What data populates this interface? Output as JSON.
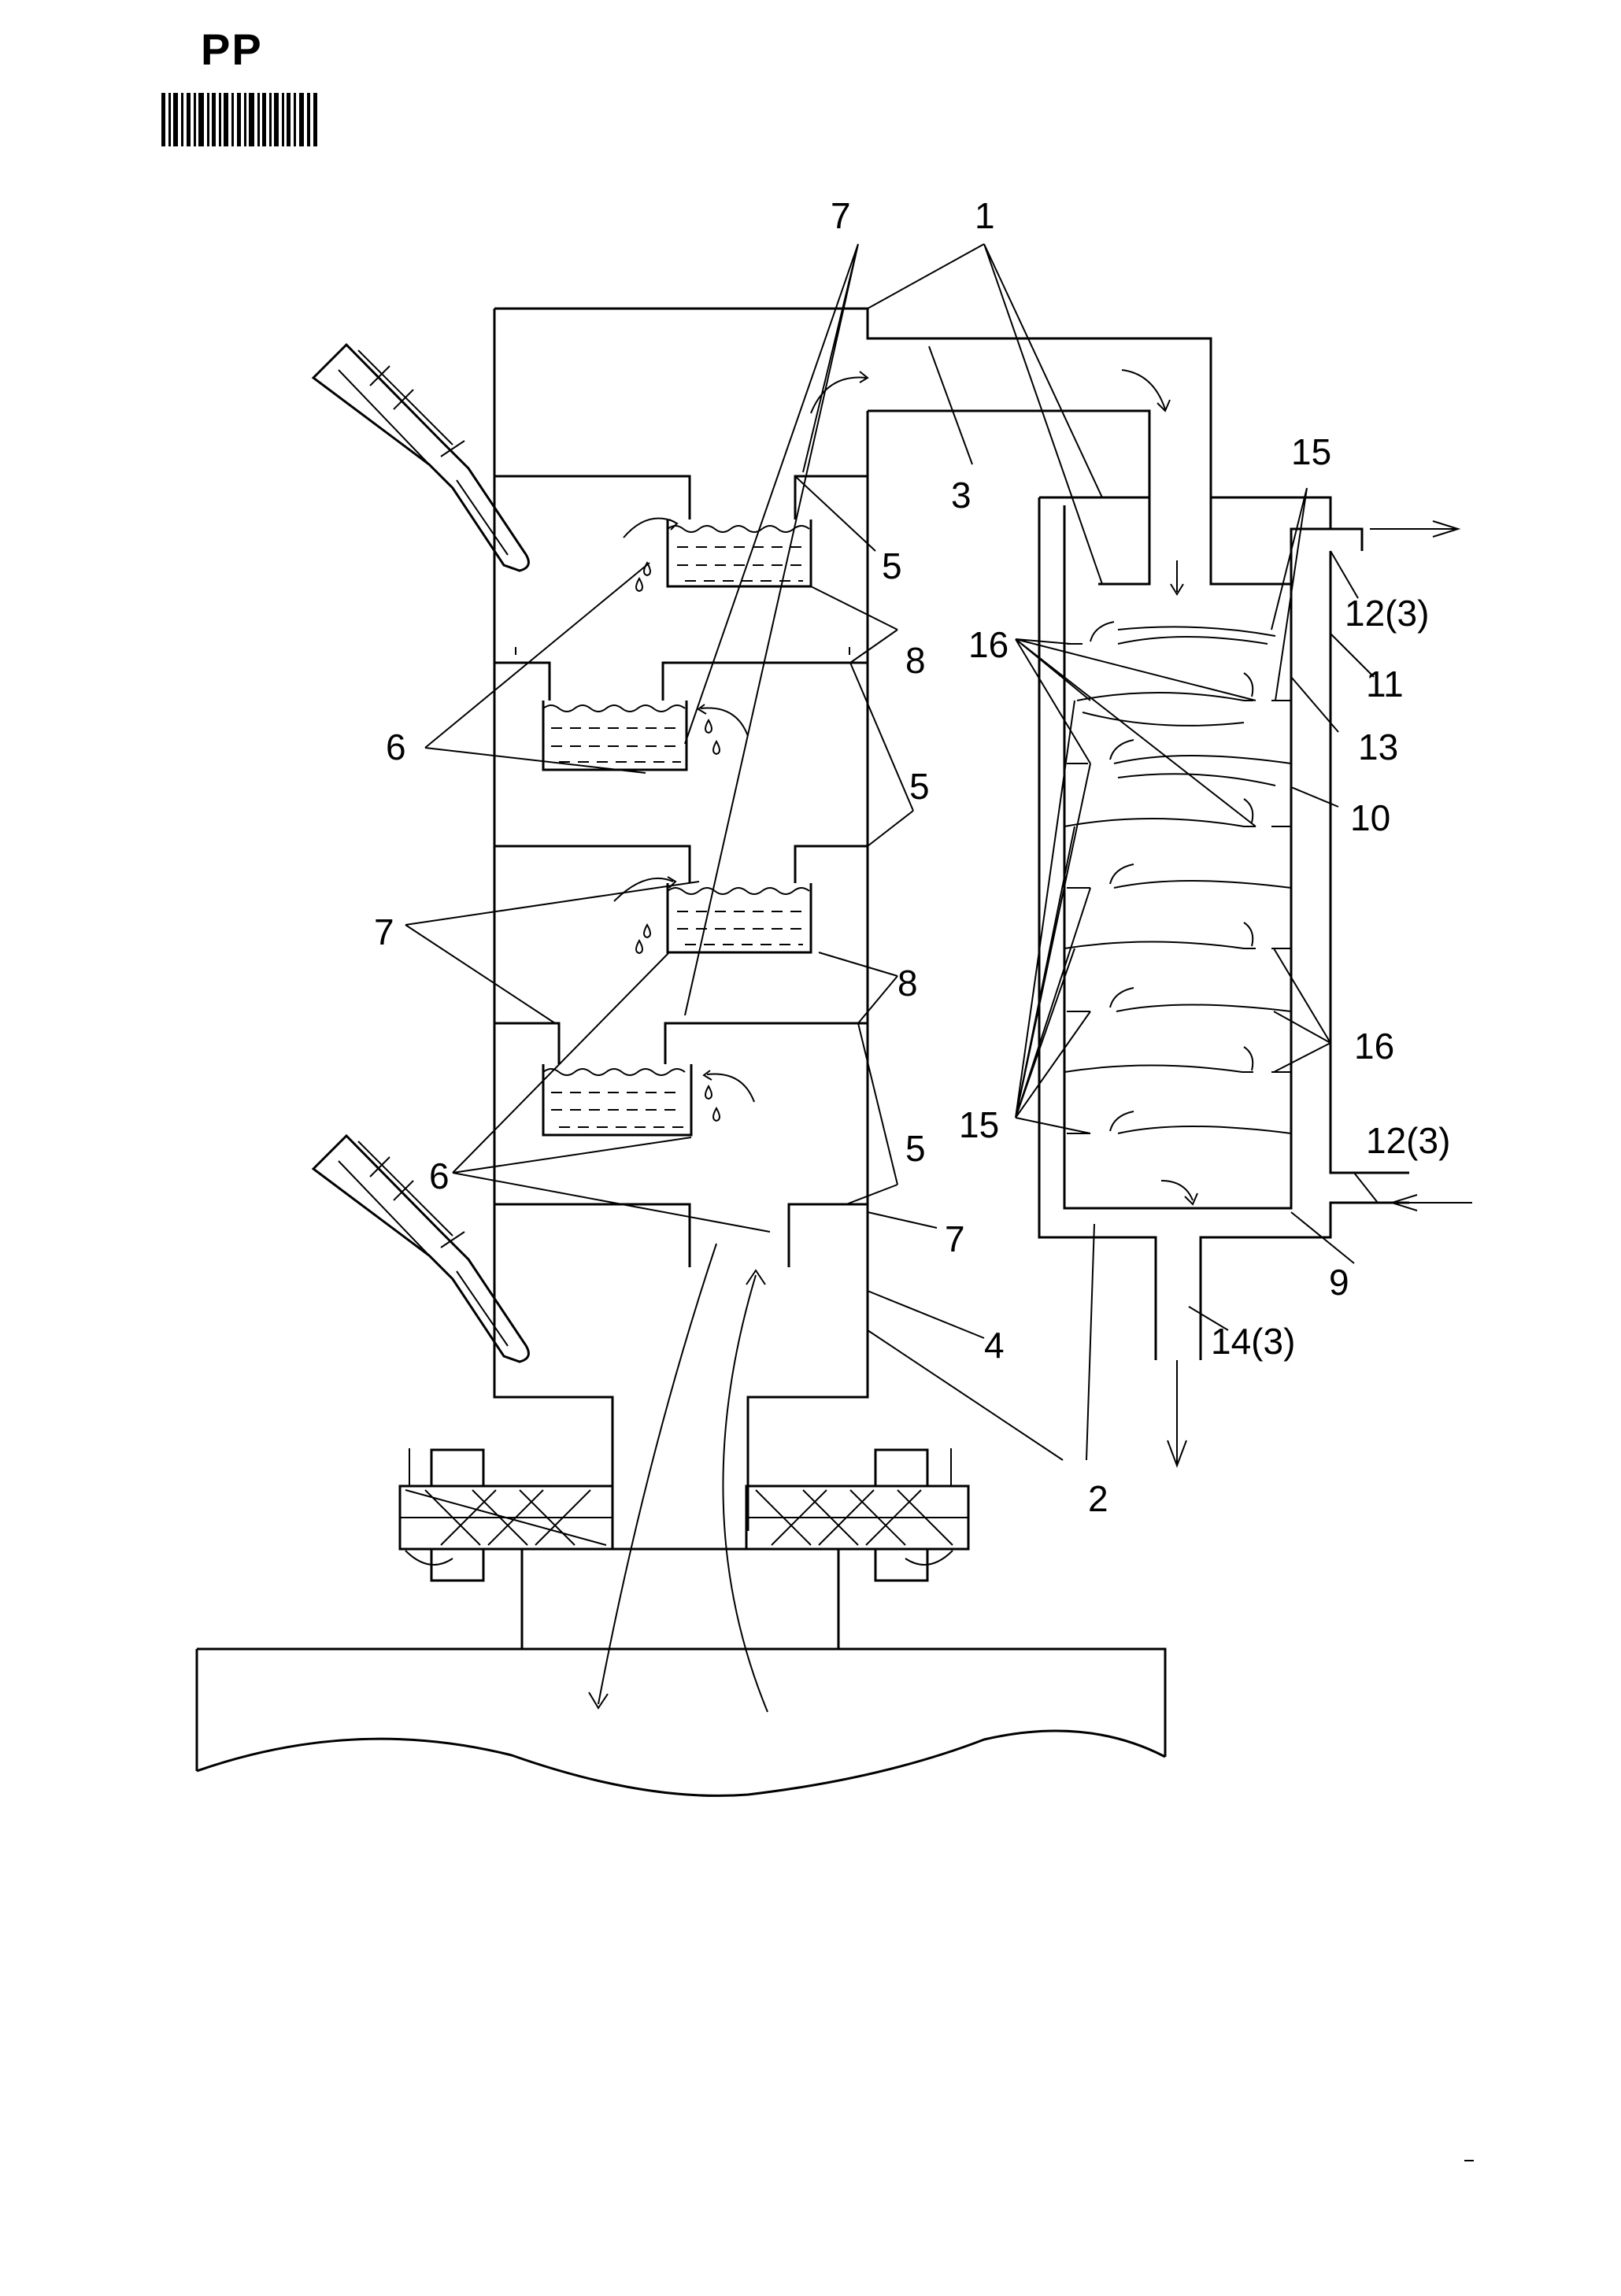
{
  "header": {
    "code": "PP"
  },
  "labels": {
    "l1": "1",
    "l2": "2",
    "l3": "3",
    "l4": "4",
    "l5a": "5",
    "l5b": "5",
    "l5c": "5",
    "l6a": "6",
    "l6b": "6",
    "l7a": "7",
    "l7b": "7",
    "l7c": "7",
    "l8a": "8",
    "l8b": "8",
    "l9": "9",
    "l10": "10",
    "l11": "11",
    "l12a": "12(3)",
    "l12b": "12(3)",
    "l13": "13",
    "l14": "14(3)",
    "l15a": "15",
    "l15b": "15",
    "l16a": "16",
    "l16b": "16"
  }
}
